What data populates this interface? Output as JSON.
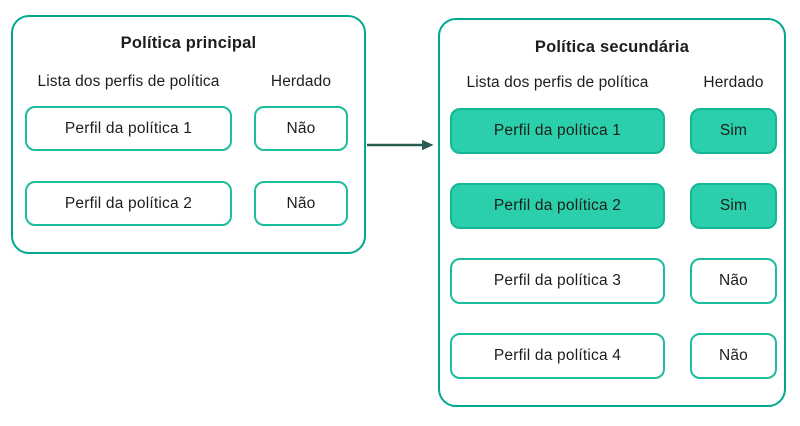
{
  "diagram": {
    "description": "Policy profile inheritance diagram",
    "colors": {
      "panel_border": "#00a88e",
      "box_border": "#1cbd9d",
      "highlight_fill": "#2bcfac",
      "highlight_border": "#12b795",
      "arrow": "#2a5c52",
      "text": "#1d1d1b"
    }
  },
  "panels": {
    "primary": {
      "title": "Política principal",
      "columns": {
        "profiles": "Lista dos perfis de política",
        "inherited": "Herdado"
      },
      "rows": [
        {
          "profile": "Perfil da política 1",
          "inherited": "Não",
          "highlighted": false
        },
        {
          "profile": "Perfil da política 2",
          "inherited": "Não",
          "highlighted": false
        }
      ]
    },
    "secondary": {
      "title": "Política secundária",
      "columns": {
        "profiles": "Lista dos perfis de política",
        "inherited": "Herdado"
      },
      "rows": [
        {
          "profile": "Perfil da política 1",
          "inherited": "Sim",
          "highlighted": true
        },
        {
          "profile": "Perfil da política 2",
          "inherited": "Sim",
          "highlighted": true
        },
        {
          "profile": "Perfil da política 3",
          "inherited": "Não",
          "highlighted": false
        },
        {
          "profile": "Perfil da política 4",
          "inherited": "Não",
          "highlighted": false
        }
      ]
    }
  }
}
